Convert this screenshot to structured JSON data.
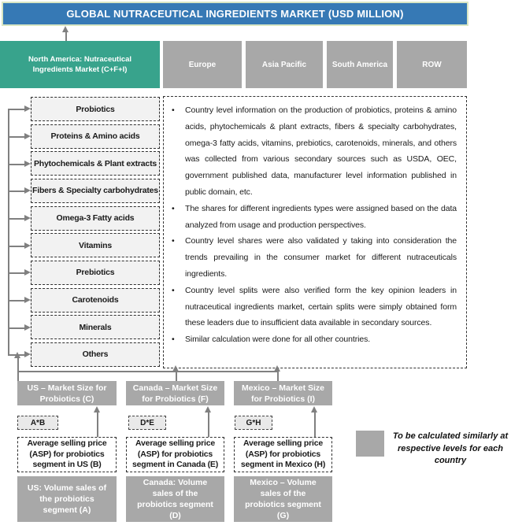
{
  "colors": {
    "header_bg": "#3679b5",
    "header_border": "#d9e6c3",
    "accent_teal": "#38a38c",
    "box_gray": "#a8a8a8",
    "light_fill": "#f2f2f2",
    "formula_fill": "#e9e9e9",
    "arrow_gray": "#808080",
    "text_dark": "#1a1a1a"
  },
  "bullet": "•",
  "header": {
    "title": "GLOBAL NUTRACEUTICAL INGREDIENTS MARKET (USD MILLION)"
  },
  "regions": {
    "north_america": "North America: Nutraceutical Ingredients Market (C+F+I)",
    "europe": "Europe",
    "asia_pacific": "Asia Pacific",
    "south_america": "South America",
    "row": "ROW"
  },
  "ingredients": [
    "Probiotics",
    "Proteins & Amino acids",
    "Phytochemicals & Plant extracts",
    "Fibers & Specialty carbohydrates",
    "Omega-3 Fatty acids",
    "Vitamins",
    "Prebiotics",
    "Carotenoids",
    "Minerals",
    "Others"
  ],
  "notes": [
    "Country level information on the production of probiotics, proteins & amino acids, phytochemicals & plant extracts, fibers & specialty carbohydrates, omega-3 fatty acids, vitamins, prebiotics, carotenoids, minerals, and others was collected from various secondary sources such as USDA, OEC, government published data, manufacturer level information published in public domain, etc.",
    "The shares for different ingredients types were assigned based on the data analyzed from usage and production perspectives.",
    "Country level shares were also validated y taking into consideration the trends prevailing in the consumer market for different nutraceuticals ingredients.",
    "Country level splits were also verified form the key opinion leaders in nutraceutical ingredients market, certain splits were simply obtained form these leaders due to insufficient data available in secondary sources.",
    "Similar calculation were done for all other countries."
  ],
  "countries": [
    {
      "market_size": "US – Market Size for Probiotics (C)",
      "formula": "A*B",
      "asp": "Average selling price (ASP) for probiotics segment in US (B)",
      "volume": "US: Volume sales of the probiotics segment (A)"
    },
    {
      "market_size": "Canada – Market Size for Probiotics (F)",
      "formula": "D*E",
      "asp": "Average selling price (ASP) for probiotics segment in Canada (E)",
      "volume": "Canada: Volume sales of the probiotics segment (D)"
    },
    {
      "market_size": "Mexico – Market Size for Probiotics (I)",
      "formula": "G*H",
      "asp": "Average selling price (ASP) for probiotics segment in Mexico (H)",
      "volume": "Mexico – Volume sales of the probiotics segment (G)"
    }
  ],
  "legend": {
    "note": "To be calculated similarly at respective levels for each country"
  }
}
